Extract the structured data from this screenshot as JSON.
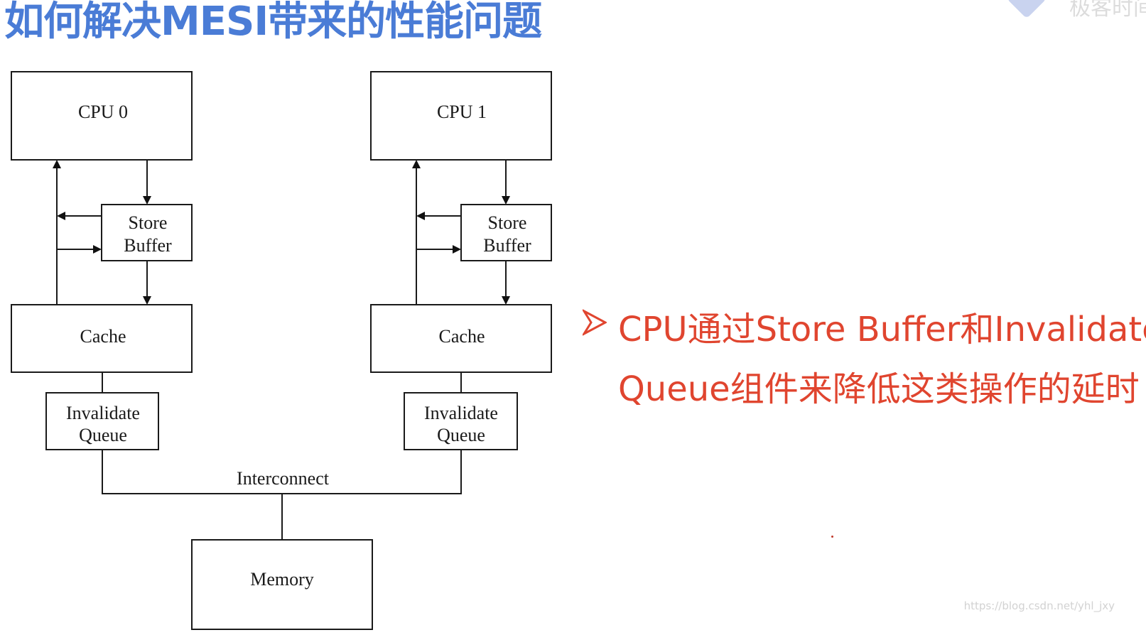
{
  "title": "如何解决MESI带来的性能问题",
  "logo_text": "极客时间",
  "diagram": {
    "cpu0": {
      "cpu": "CPU 0",
      "store_buffer": [
        "Store",
        "Buffer"
      ],
      "cache": "Cache",
      "invalidate_queue": [
        "Invalidate",
        "Queue"
      ]
    },
    "cpu1": {
      "cpu": "CPU 1",
      "store_buffer": [
        "Store",
        "Buffer"
      ],
      "cache": "Cache",
      "invalidate_queue": [
        "Invalidate",
        "Queue"
      ]
    },
    "interconnect": "Interconnect",
    "memory": "Memory"
  },
  "bullet": {
    "line1": "CPU通过Store Buffer和Invalidate",
    "line2": "Queue组件来降低这类操作的延时"
  },
  "watermark": "https://blog.csdn.net/yhl_jxy",
  "colors": {
    "title": "#4a7cd6",
    "bullet": "#e0452f"
  }
}
